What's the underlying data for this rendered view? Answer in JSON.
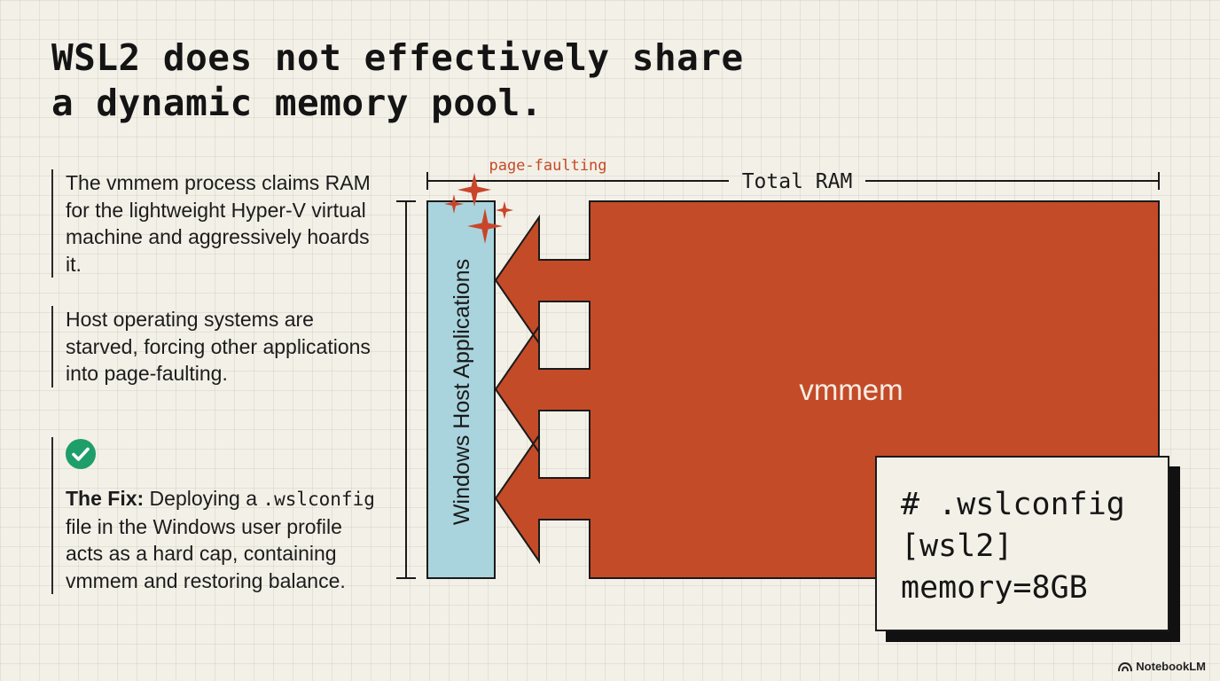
{
  "title": {
    "line1": "WSL2 does not effectively share",
    "line2": "a dynamic memory pool."
  },
  "bullets": [
    {
      "text": "The vmmem process claims RAM for the lightweight Hyper-V virtual machine and aggressively hoards it."
    },
    {
      "text": "Host operating systems are starved, forcing other applications into page-faulting."
    }
  ],
  "fix": {
    "icon": "check-circle-icon",
    "label": "The Fix:",
    "text_before": " Deploying a ",
    "code": ".wslconfig",
    "text_after": " file in the Windows user profile acts as a hard cap, containing vmmem and restoring balance."
  },
  "diagram": {
    "total_ram_label": "Total RAM",
    "page_fault_label": "page-faulting",
    "host_apps_label": "Windows Host Applications",
    "vmmem_label": "vmmem",
    "colors": {
      "vmmem": "#c44b28",
      "host_apps": "#a9d4dd",
      "accent": "#c44b28",
      "outline": "#1a1a1a"
    }
  },
  "config": {
    "lines": [
      "# .wslconfig",
      "[wsl2]",
      "memory=8GB"
    ]
  },
  "brand": {
    "name": "NotebookLM",
    "icon": "notebooklm-logo-icon"
  }
}
